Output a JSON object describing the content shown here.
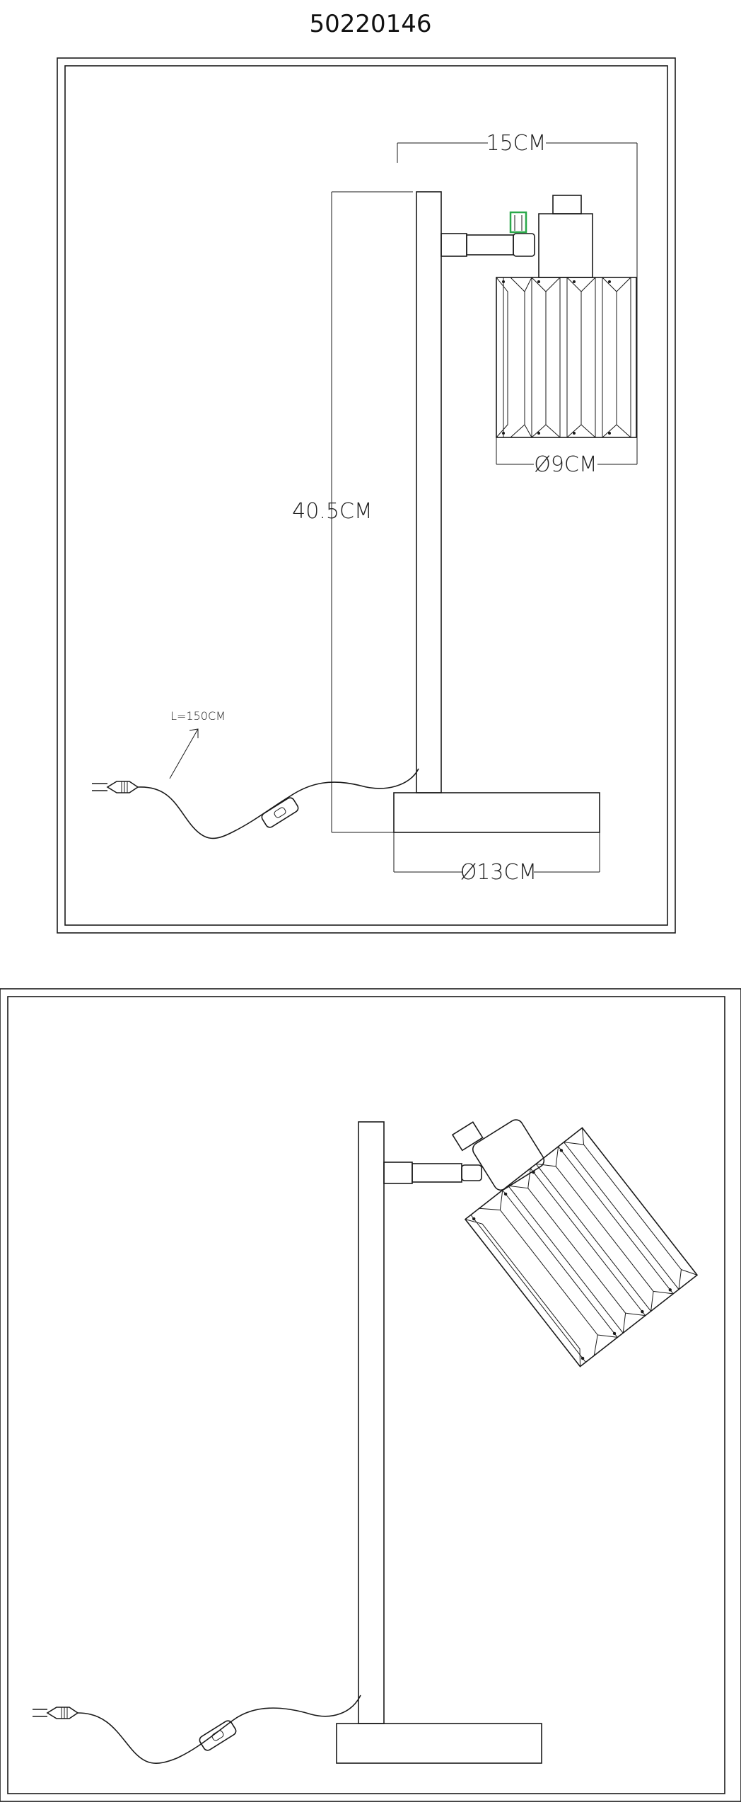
{
  "title": "50220146",
  "dimensions": {
    "width_top": "15CM",
    "shade_diameter": "Ø9CM",
    "height": "40.5CM",
    "base_diameter": "Ø13CM",
    "cable_length": "L=150CM"
  },
  "colors": {
    "line": "#1a1a1a",
    "switch_accent": "#2aa84a"
  }
}
